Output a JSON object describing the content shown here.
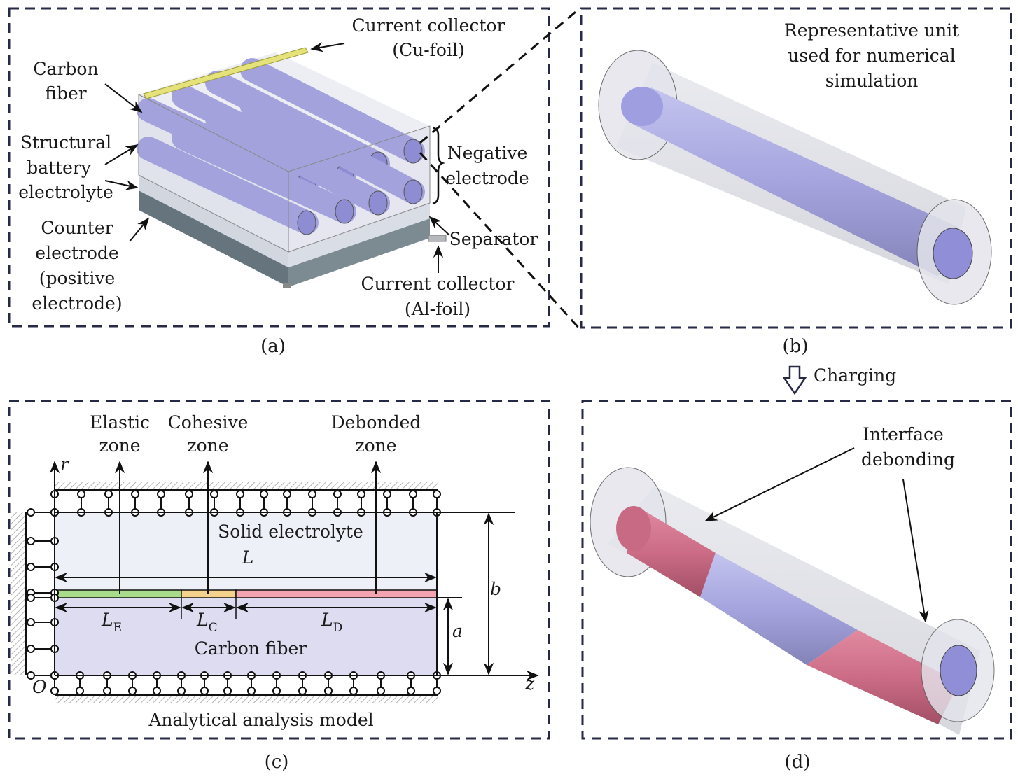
{
  "panels": {
    "a": {
      "caption": "(a)",
      "labels": {
        "current_collector_cu_1": "Current collector",
        "current_collector_cu_2": "(Cu-foil)",
        "carbon_fiber_1": "Carbon",
        "carbon_fiber_2": "fiber",
        "electrolyte_1": "Structural",
        "electrolyte_2": "battery",
        "electrolyte_3": "electrolyte",
        "counter_1": "Counter",
        "counter_2": "electrode",
        "counter_3": "(positive",
        "counter_4": "electrode)",
        "negative_1": "Negative",
        "negative_2": "electrode",
        "separator": "Separator",
        "current_collector_al_1": "Current collector",
        "current_collector_al_2": "(Al-foil)"
      }
    },
    "b": {
      "caption": "(b)",
      "labels": {
        "rep_1": "Representative unit",
        "rep_2": "used for numerical",
        "rep_3": "simulation"
      }
    },
    "transition": {
      "label": "Charging",
      "icon": "hollow-down-arrow-icon"
    },
    "c": {
      "caption": "(c)",
      "title": "Analytical analysis model",
      "labels": {
        "elastic_1": "Elastic",
        "elastic_2": "zone",
        "cohesive_1": "Cohesive",
        "cohesive_2": "zone",
        "debonded_1": "Debonded",
        "debonded_2": "zone",
        "solid_electrolyte": "Solid electrolyte",
        "carbon_fiber": "Carbon fiber",
        "L": "L",
        "LE": "L",
        "LE_sub": "E",
        "LC": "L",
        "LC_sub": "C",
        "LD": "L",
        "LD_sub": "D",
        "a": "a",
        "b": "b",
        "r_axis": "r",
        "z_axis": "z",
        "origin": "O"
      },
      "zone_colors": {
        "elastic": "#a9dc8a",
        "cohesive": "#f5d28c",
        "debonded": "#f4a3b0"
      }
    },
    "d": {
      "caption": "(d)",
      "labels": {
        "interface_1": "Interface",
        "interface_2": "debonding"
      },
      "colors": {
        "debonded": "#c86a84",
        "bonded": "#a9a8dc"
      }
    }
  }
}
